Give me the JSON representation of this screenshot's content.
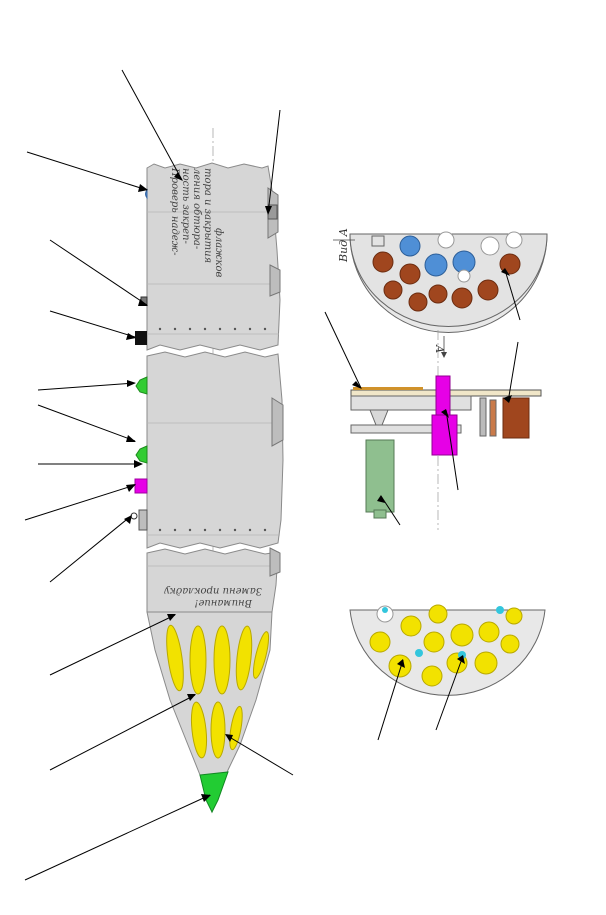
{
  "rotated_lettering": {
    "top_section_lines": [
      "Проверь надеж-",
      "ность закреп-",
      "ления обтюра-",
      "тора и закрытия",
      "флажков"
    ],
    "bottom_section_lines": [
      "Внимание!",
      "Замени прокладку"
    ],
    "view_label": "Вид А",
    "arrow_label": "А"
  },
  "colors": {
    "body": "#d6d6d6",
    "blue_element": "#4f8fd6",
    "brown_element": "#a0461e",
    "yellow_element": "#f2e200",
    "green_element": "#33cc33",
    "magenta_element": "#e600e6",
    "sage_element": "#8fbf8f",
    "cyan_element": "#33c6dd"
  }
}
